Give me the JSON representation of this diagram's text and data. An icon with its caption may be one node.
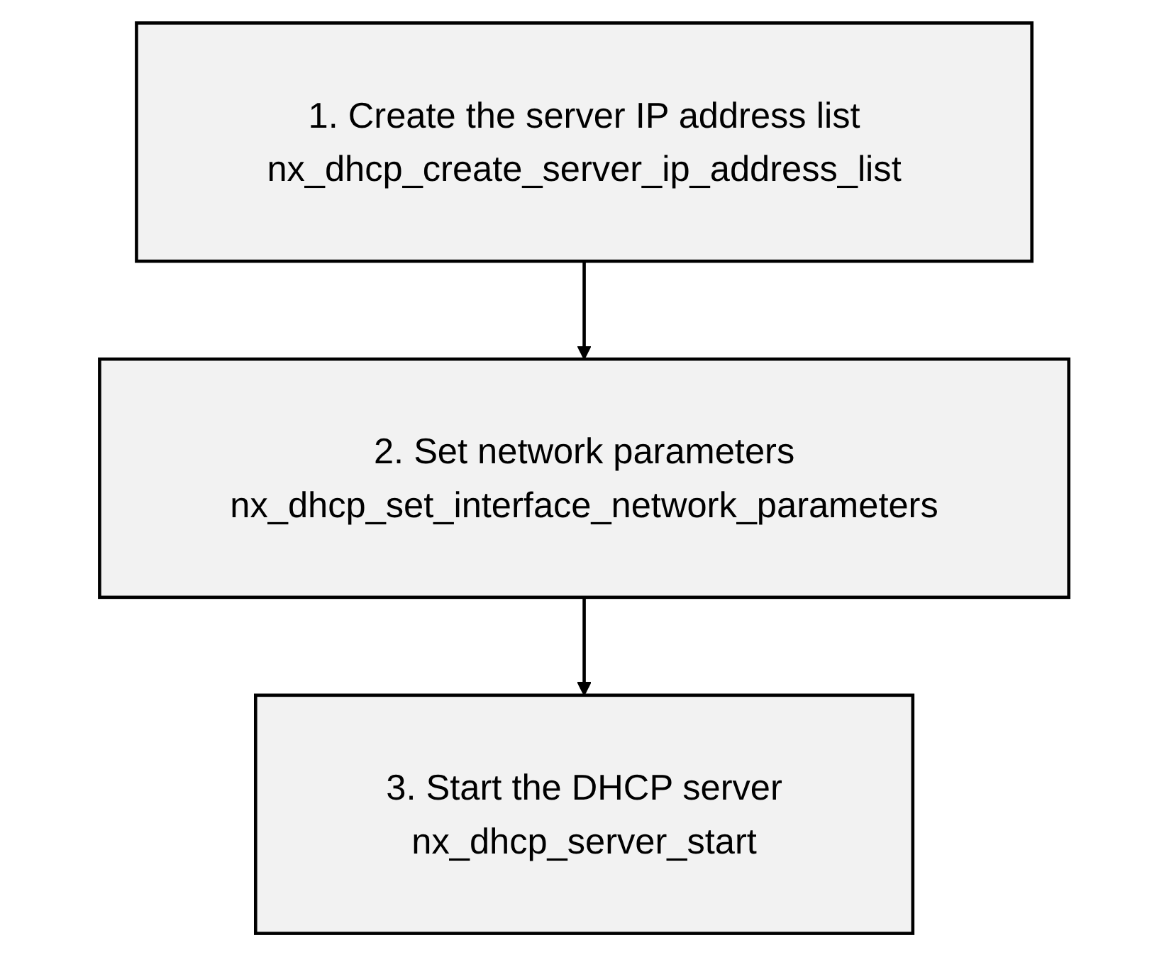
{
  "diagram": {
    "nodes": [
      {
        "text": [
          "1.    Create the server IP address list",
          "nx_dhcp_create_server_ip_address_list"
        ]
      },
      {
        "text": [
          "2.    Set network parameters",
          "nx_dhcp_set_interface_network_parameters"
        ]
      },
      {
        "text": [
          "3.    Start the DHCP server",
          "nx_dhcp_server_start"
        ]
      }
    ],
    "edges": [
      {
        "from": 0,
        "to": 1,
        "arrow": "to"
      },
      {
        "from": 1,
        "to": 2,
        "arrow": "to"
      }
    ]
  }
}
